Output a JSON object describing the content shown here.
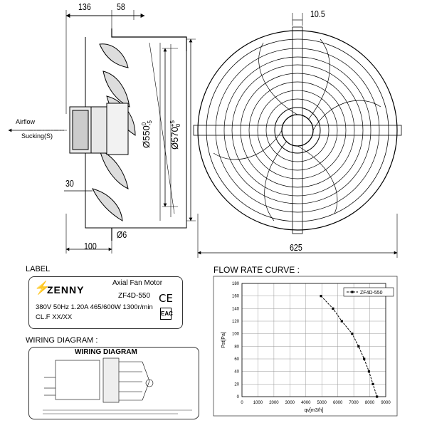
{
  "drawing": {
    "dims_side": {
      "d136": "136",
      "d58": "58",
      "d30": "30",
      "d100": "100",
      "d6": "Ø6"
    },
    "dia550": {
      "main": "Ø550",
      "sup": "0",
      "sub": "-5"
    },
    "dia570": {
      "main": "Ø570",
      "sup": "+5",
      "sub": "0"
    },
    "dims_front": {
      "d10_5": "10.5",
      "d625": "625"
    },
    "airflow_label": "Airflow",
    "sucking_label": "Sucking(S)"
  },
  "label_section": {
    "heading": "LABEL",
    "brand": "ZENNY",
    "product": "Axial Fan Motor",
    "model": "ZF4D-550",
    "specs": "380V 50Hz 1.20A 465/600W 1300r/min",
    "class": "CL.F XX/XX",
    "ce_mark": "CE",
    "eac_mark": "EAC"
  },
  "wiring_section": {
    "heading": "WIRING DIAGRAM  :",
    "box_title": "WIRING DIAGRAM"
  },
  "chart_data": {
    "type": "line",
    "title": "FLOW RATE CURVE  :",
    "xlabel": "qv[m3/h]",
    "ylabel": "Pst[Pa]",
    "xlim": [
      0,
      9000
    ],
    "ylim": [
      0,
      180
    ],
    "xticks": [
      0,
      1000,
      2000,
      3000,
      4000,
      5000,
      6000,
      7000,
      8000,
      9000
    ],
    "yticks": [
      0,
      20,
      40,
      60,
      80,
      100,
      120,
      140,
      160,
      180
    ],
    "grid": true,
    "legend_position": "top-right",
    "series": [
      {
        "name": "ZF4D-550",
        "x": [
          4950,
          5700,
          6250,
          6900,
          7300,
          7650,
          7950,
          8200,
          8450
        ],
        "y": [
          160,
          140,
          120,
          100,
          80,
          60,
          40,
          20,
          0
        ]
      }
    ]
  }
}
